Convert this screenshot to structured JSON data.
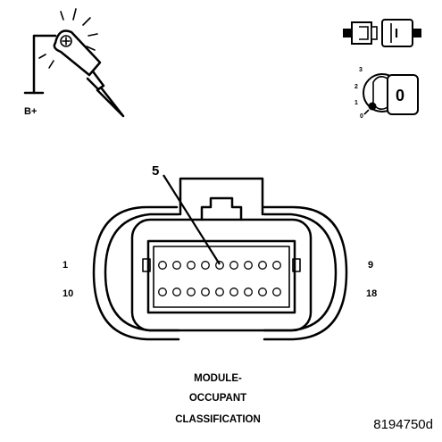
{
  "test_light": {
    "supply_label": "B+"
  },
  "ignition": {
    "positions": [
      "3",
      "2",
      "1",
      "0"
    ],
    "key_mark": "0"
  },
  "connector": {
    "callout_pin": "5",
    "row1_start": "1",
    "row1_end": "9",
    "row2_start": "10",
    "row2_end": "18",
    "pins_per_row": 9
  },
  "caption": {
    "line1": "MODULE-",
    "line2": "OCCUPANT",
    "line3": "CLASSIFICATION"
  },
  "figure_id": "8194750d"
}
